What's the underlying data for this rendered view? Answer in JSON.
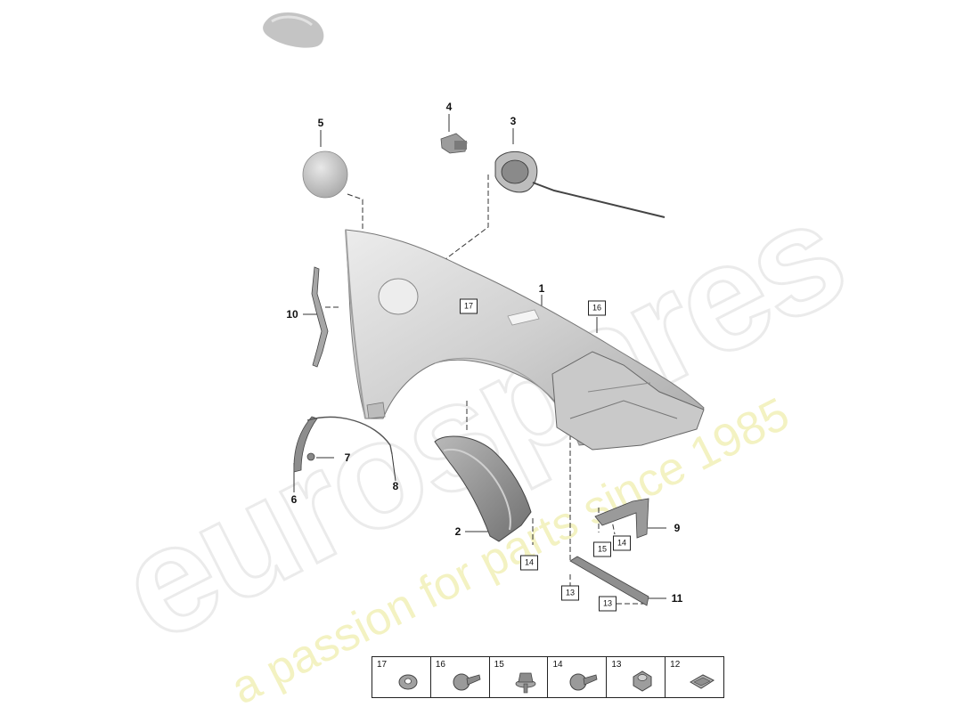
{
  "watermark": {
    "brand": "eurospares",
    "tagline": "a passion for parts since 1985"
  },
  "callouts": {
    "p1": "1",
    "p2": "2",
    "p3": "3",
    "p4": "4",
    "p5": "5",
    "p6": "6",
    "p7": "7",
    "p8": "8",
    "p9": "9",
    "p10": "10",
    "p11": "11"
  },
  "boxed_refs": {
    "r17": "17",
    "r16": "16",
    "r14a": "14",
    "r15": "15",
    "r14b": "14",
    "r13a": "13",
    "r13b": "13"
  },
  "legend": [
    {
      "num": "17",
      "icon": "washer-icon"
    },
    {
      "num": "16",
      "icon": "pan-head-screw-icon"
    },
    {
      "num": "15",
      "icon": "hex-screw-with-washer-icon"
    },
    {
      "num": "14",
      "icon": "pan-head-screw-icon"
    },
    {
      "num": "13",
      "icon": "hex-nut-icon"
    },
    {
      "num": "12",
      "icon": "clip-nut-icon"
    }
  ],
  "colors": {
    "part_fill": "#d8d8d8",
    "part_dark": "#9a9a9a",
    "watermark_grey": "#e9e9e9",
    "watermark_yellow": "#f2f0b8"
  }
}
